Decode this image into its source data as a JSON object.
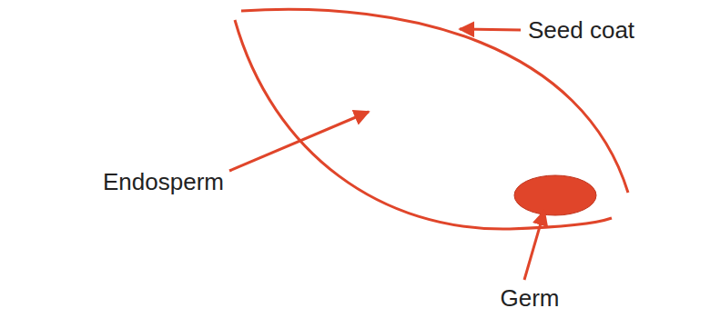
{
  "diagram": {
    "labels": [
      "Seed coat",
      "Endosperm",
      "Germ"
    ]
  }
}
